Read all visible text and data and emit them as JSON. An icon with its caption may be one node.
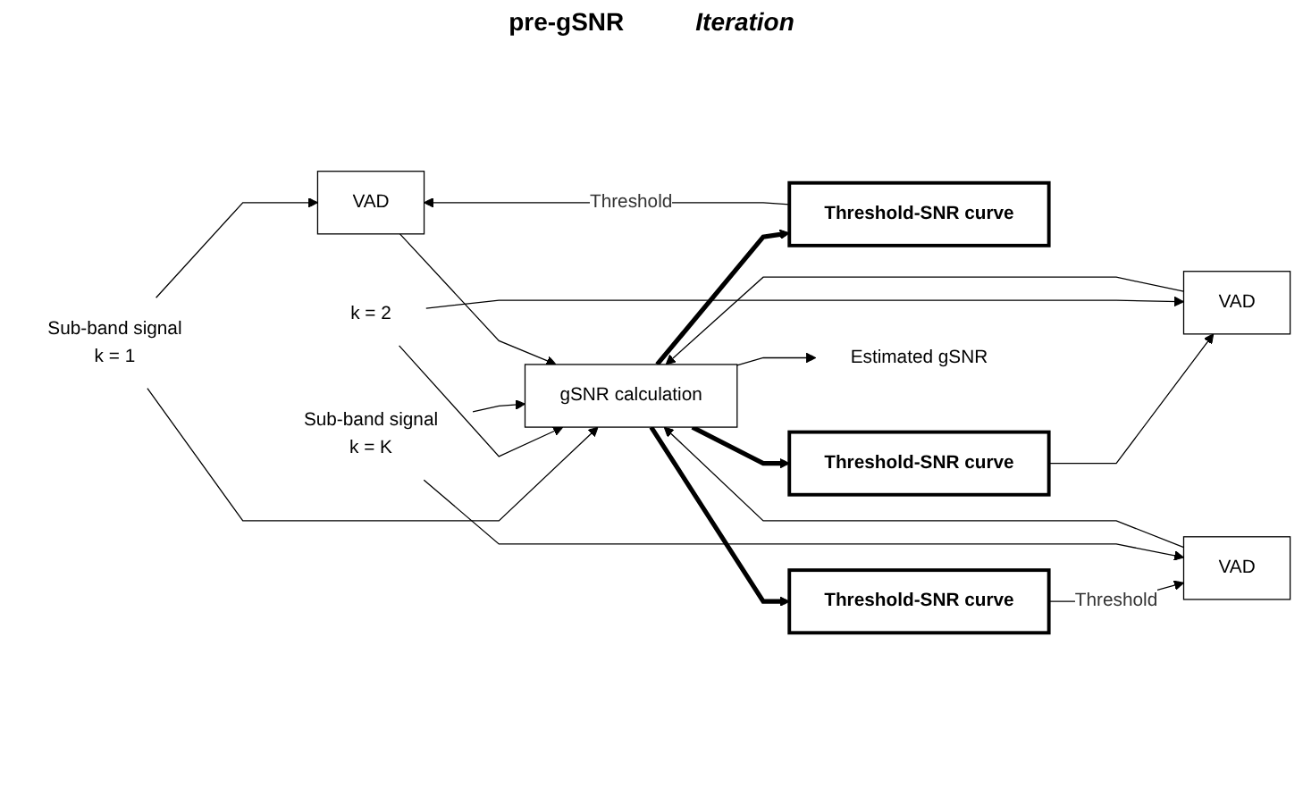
{
  "diagram": {
    "nodes": [
      {
        "text": [
          "Sub-band signal",
          "k = 1"
        ]
      },
      {
        "text": [
          "Threshold-SNR curve"
        ]
      },
      {
        "text": [
          "VAD"
        ]
      },
      {
        "text": [
          "k = 2"
        ]
      },
      {
        "text": [
          "Threshold-SNR curve"
        ]
      },
      {
        "text": [
          "VAD"
        ]
      },
      {
        "text": [
          "Threshold-SNR curve"
        ]
      },
      {
        "text": [
          "VAD"
        ]
      },
      {
        "text": [
          "Sub-band signal",
          "k = K"
        ]
      },
      {
        "text": [
          "gSNR calculation"
        ]
      },
      {
        "text": [
          "Estimated gSNR"
        ]
      }
    ],
    "edges": [
      {
        "from": 1,
        "to": 2,
        "arrow": "to",
        "label": "Threshold"
      },
      {
        "from": 4,
        "to": 5,
        "arrow": "to"
      },
      {
        "from": 6,
        "to": 7,
        "arrow": "to",
        "label": "Threshold"
      },
      {
        "from": 0,
        "to": 2,
        "arrow": "to"
      },
      {
        "from": 0,
        "to": 9,
        "arrow": "to"
      },
      {
        "from": 3,
        "to": 5,
        "arrow": "to"
      },
      {
        "from": 3,
        "to": 9,
        "arrow": "to"
      },
      {
        "from": 8,
        "to": 7,
        "arrow": "to"
      },
      {
        "from": 8,
        "to": 9,
        "arrow": "to"
      },
      {
        "from": 2,
        "to": 9,
        "arrow": "to"
      },
      {
        "from": 5,
        "to": 9,
        "arrow": "to"
      },
      {
        "from": 7,
        "to": 9,
        "arrow": "to"
      },
      {
        "from": 9,
        "to": 10,
        "arrow": "to"
      },
      {
        "from": 9,
        "to": 1,
        "arrow": "to",
        "style": "thick"
      },
      {
        "from": 9,
        "to": 4,
        "arrow": "to",
        "style": "thick"
      },
      {
        "from": 9,
        "to": 6,
        "arrow": "to",
        "style": "thick"
      }
    ],
    "labels": [
      "pre-gSNR",
      "Iteration"
    ]
  }
}
